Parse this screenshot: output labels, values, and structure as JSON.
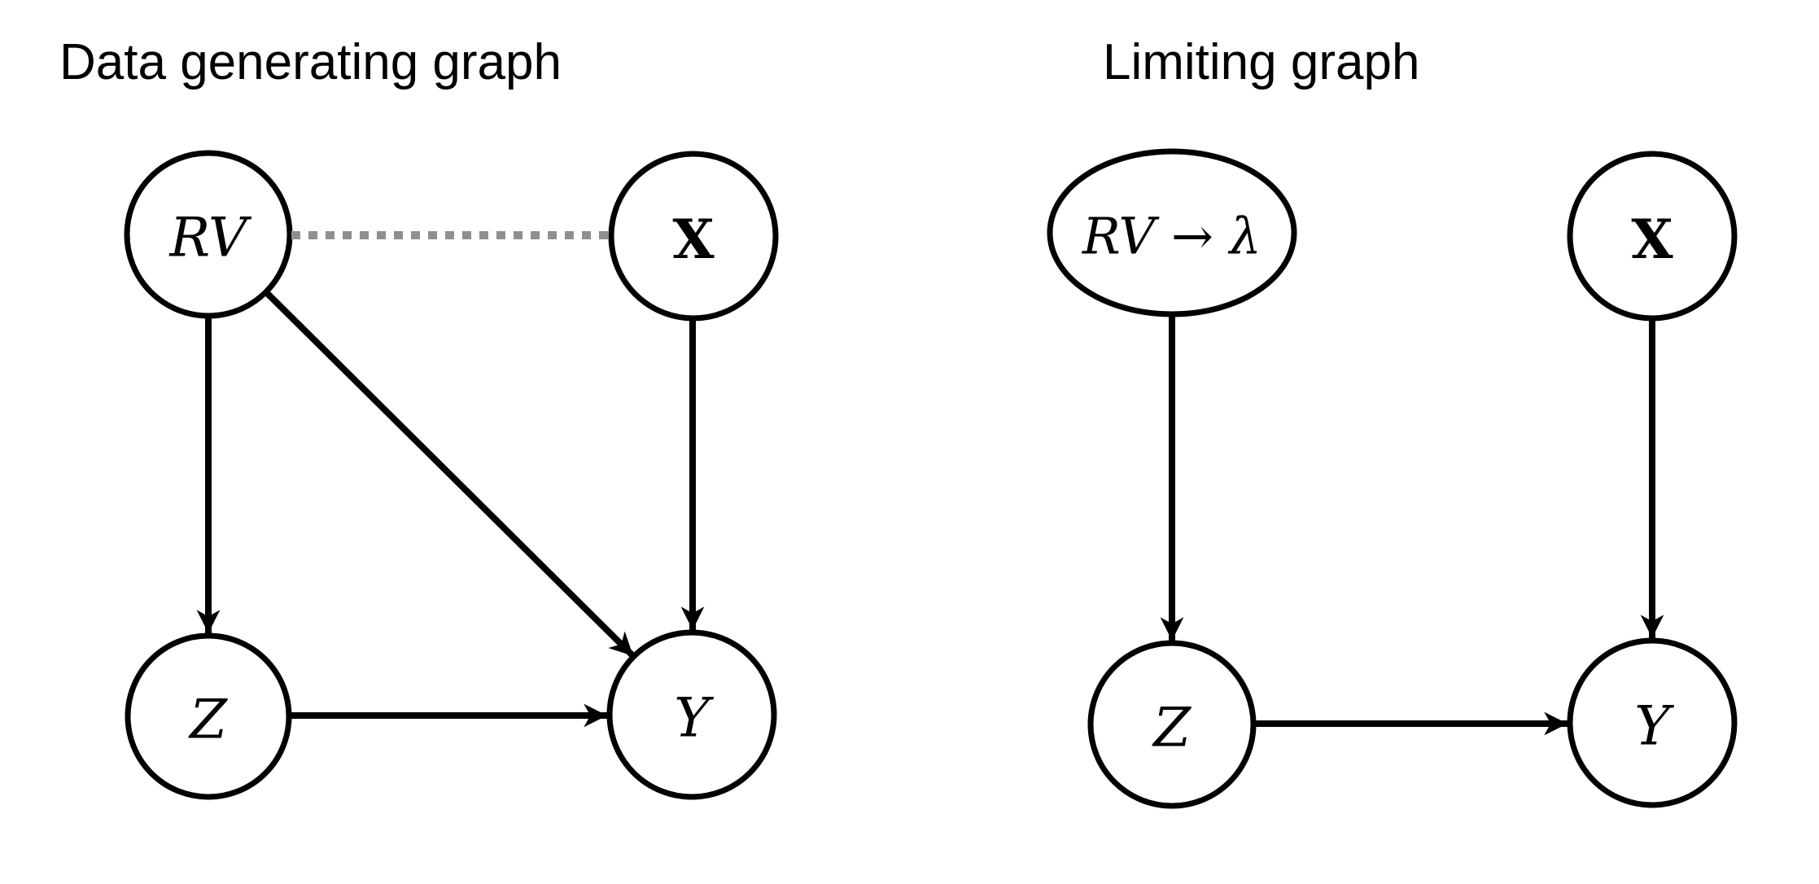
{
  "figure": {
    "colors": {
      "background": "#ffffff",
      "node_fill": "#ffffff",
      "node_stroke": "#000000",
      "edge": "#000000",
      "dashed_edge": "#8f8f8f",
      "text": "#000000"
    },
    "left_graph": {
      "title": "Data generating graph",
      "nodes": {
        "rv": {
          "label": "RV",
          "shape": "circle",
          "text_style": "italic"
        },
        "x": {
          "label": "X",
          "shape": "circle",
          "text_style": "bold"
        },
        "z": {
          "label": "Z",
          "shape": "circle",
          "text_style": "italic"
        },
        "y": {
          "label": "Y",
          "shape": "circle",
          "text_style": "italic"
        }
      },
      "edges": [
        {
          "from": "RV",
          "to": "X",
          "style": "dashed",
          "directed": false,
          "color": "#8f8f8f"
        },
        {
          "from": "RV",
          "to": "Z",
          "style": "solid",
          "directed": true,
          "color": "#000000"
        },
        {
          "from": "RV",
          "to": "Y",
          "style": "solid",
          "directed": true,
          "color": "#000000"
        },
        {
          "from": "X",
          "to": "Y",
          "style": "solid",
          "directed": true,
          "color": "#000000"
        },
        {
          "from": "Z",
          "to": "Y",
          "style": "solid",
          "directed": true,
          "color": "#000000"
        }
      ]
    },
    "right_graph": {
      "title": "Limiting graph",
      "nodes": {
        "rv_lambda": {
          "label": "RV → λ",
          "shape": "ellipse",
          "text_style": "italic"
        },
        "x": {
          "label": "X",
          "shape": "circle",
          "text_style": "bold"
        },
        "z": {
          "label": "Z",
          "shape": "circle",
          "text_style": "italic"
        },
        "y": {
          "label": "Y",
          "shape": "circle",
          "text_style": "italic"
        }
      },
      "edges": [
        {
          "from": "RV → λ",
          "to": "Z",
          "style": "solid",
          "directed": true,
          "color": "#000000"
        },
        {
          "from": "X",
          "to": "Y",
          "style": "solid",
          "directed": true,
          "color": "#000000"
        },
        {
          "from": "Z",
          "to": "Y",
          "style": "solid",
          "directed": true,
          "color": "#000000"
        }
      ]
    }
  }
}
